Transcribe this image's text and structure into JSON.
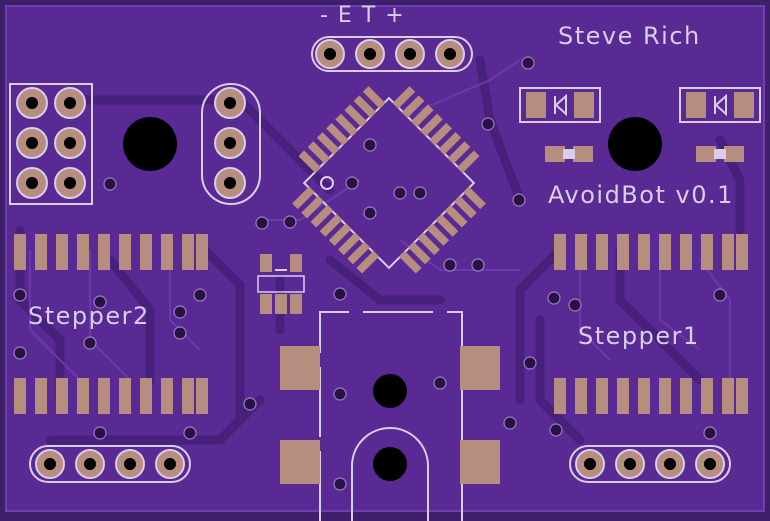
{
  "labels": {
    "header_pins": "-  E  T  +",
    "author": "Steve Rich",
    "title": "AvoidBot v0.1",
    "stepper2": "Stepper2",
    "stepper1": "Stepper1"
  },
  "colors": {
    "board": "#3d1f6b",
    "copper_fill": "#5a2a94",
    "pad": "#b68d7e",
    "silkscreen": "#d9cde8"
  }
}
